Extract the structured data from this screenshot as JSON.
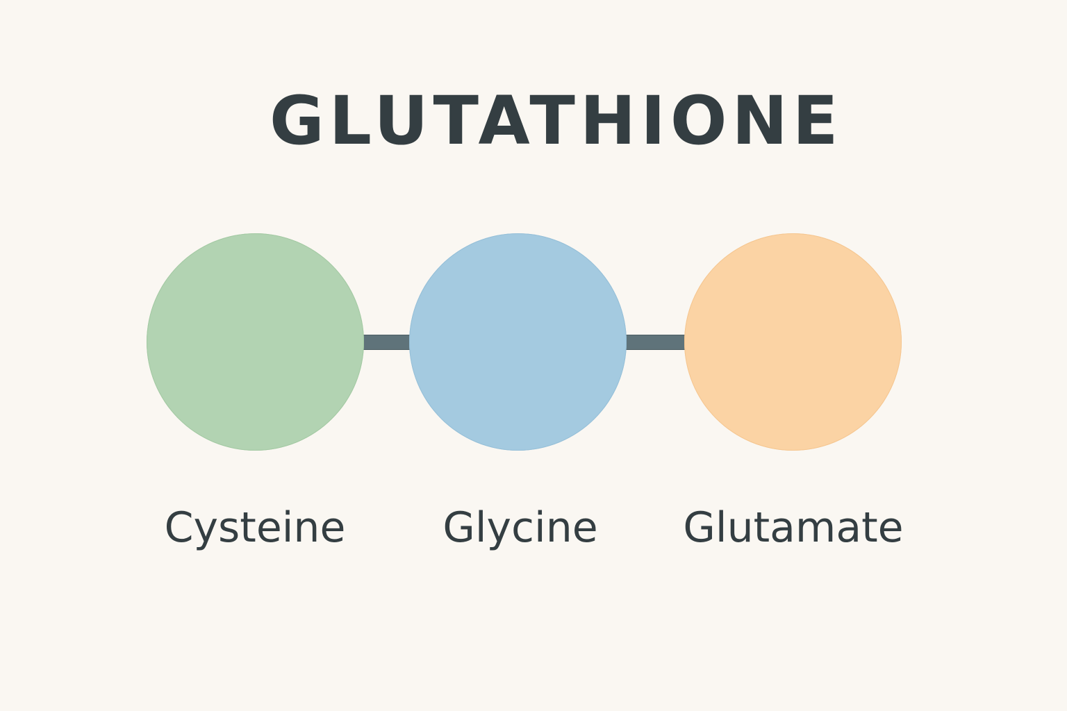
{
  "diagram": {
    "title": "GLUTATHIONE",
    "background_color": "#faf7f2",
    "text_color": "#343e42",
    "connector_color": "#5f737a",
    "nodes": [
      {
        "label": "Cysteine",
        "color": "#b2d3b2"
      },
      {
        "label": "Glycine",
        "color": "#a4cae0"
      },
      {
        "label": "Glutamate",
        "color": "#fbd3a4"
      }
    ],
    "edges": [
      {
        "from": "Cysteine",
        "to": "Glycine"
      },
      {
        "from": "Glycine",
        "to": "Glutamate"
      }
    ]
  }
}
